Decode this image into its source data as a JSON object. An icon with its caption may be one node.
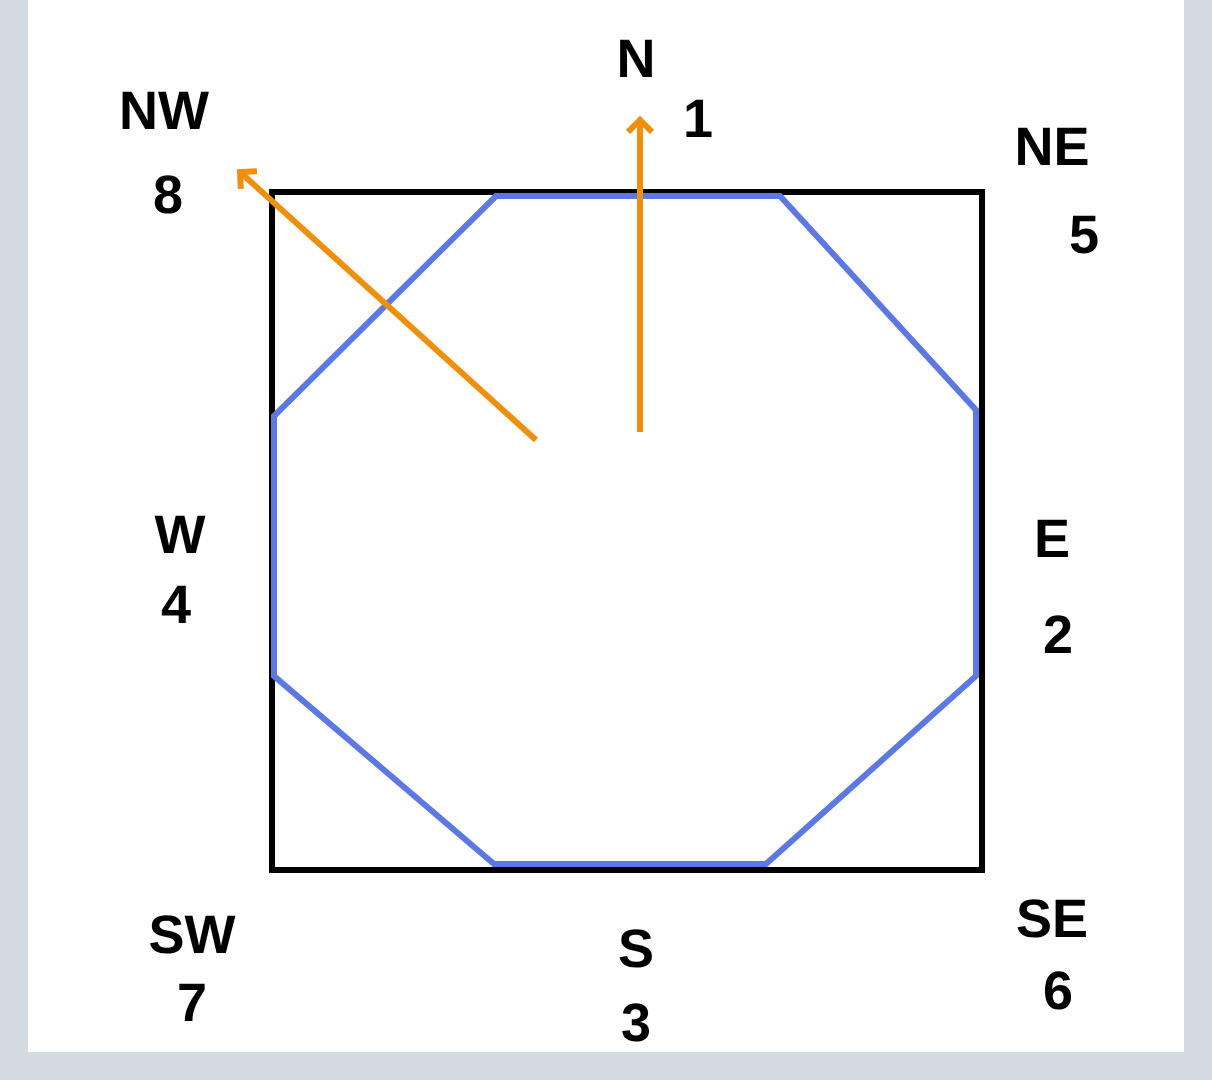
{
  "diagram": {
    "labels": [
      "N",
      "1",
      "NW",
      "8",
      "NE",
      "5",
      "W",
      "4",
      "E",
      "2",
      "SW",
      "7",
      "S",
      "3",
      "SE",
      "6"
    ]
  }
}
